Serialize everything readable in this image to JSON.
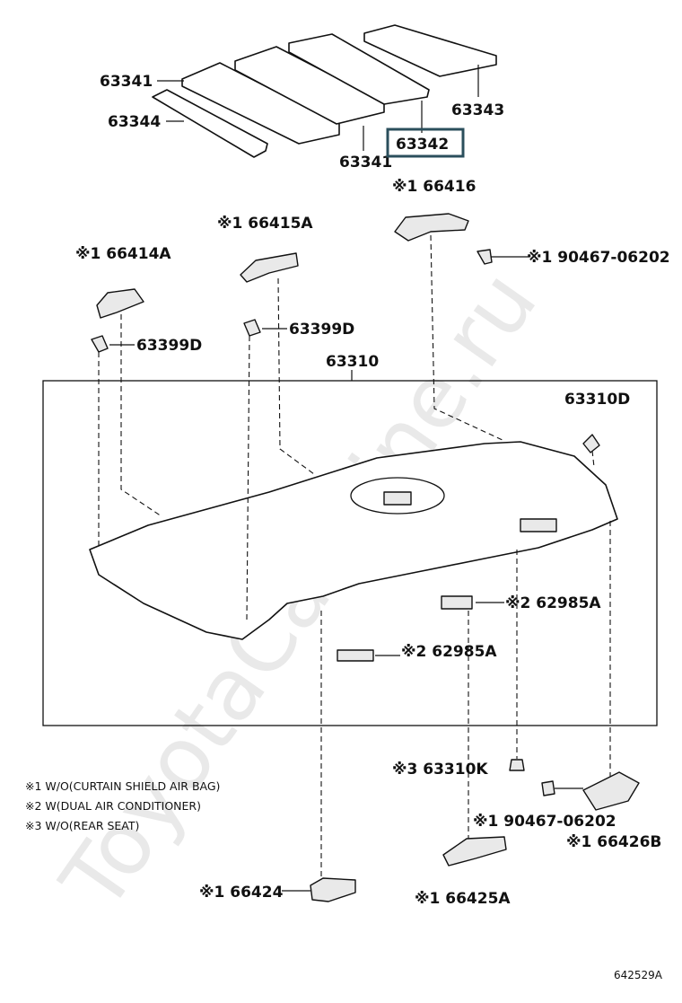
{
  "watermark": "ToyotaCarMine.ru",
  "labels": {
    "l_63341_a": "63341",
    "l_63344": "63344",
    "l_63341_b": "63341",
    "l_63342": "63342",
    "l_63343": "63343",
    "l_66416": "※1 66416",
    "l_90467_top": "※1 90467-06202",
    "l_66415A": "※1 66415A",
    "l_66414A": "※1 66414A",
    "l_63399D_a": "63399D",
    "l_63399D_b": "63399D",
    "l_63310": "63310",
    "l_63310D": "63310D",
    "l_62985A_a": "※2 62985A",
    "l_62985A_b": "※2 62985A",
    "l_63310K": "※3 63310K",
    "l_90467_bottom": "※1 90467-06202",
    "l_66426B": "※1 66426B",
    "l_66424": "※1 66424",
    "l_66425A": "※1 66425A"
  },
  "notes": [
    "※1 W/O(CURTAIN SHIELD AIR BAG)",
    "※2 W(DUAL AIR CONDITIONER)",
    "※3 W/O(REAR SEAT)"
  ],
  "diagram_code": "642529A",
  "highlighted_part": "63342"
}
